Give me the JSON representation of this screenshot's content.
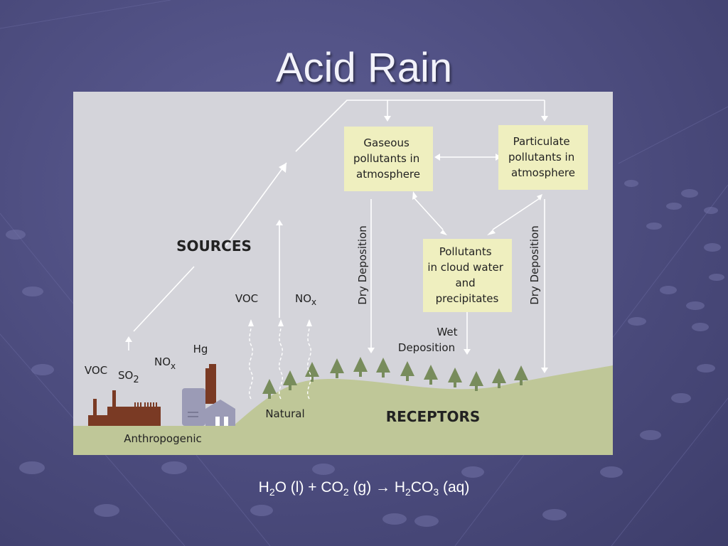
{
  "slide": {
    "title": "Acid Rain",
    "equation": {
      "left_prefix": "H",
      "left_sub": "2",
      "left_mid": "O (l) + CO",
      "left_sub2": "2",
      "left_suffix": " (g) → H",
      "right_sub": "2",
      "right_mid": "CO",
      "right_sub2": "3",
      "right_suffix": " (aq)"
    }
  },
  "diagram": {
    "boxes": {
      "gaseous": [
        "Gaseous",
        "pollutants in",
        "atmosphere"
      ],
      "particulate": [
        "Particulate",
        "pollutants in",
        "atmosphere"
      ],
      "cloud": [
        "Pollutants",
        "in cloud water",
        "and",
        "precipitates"
      ]
    },
    "labels": {
      "sources": "SOURCES",
      "receptors": "RECEPTORS",
      "natural": "Natural",
      "anthropogenic": "Anthropogenic",
      "dry_deposition_left": "Dry Deposition",
      "dry_deposition_right": "Dry Deposition",
      "wet_deposition_1": "Wet",
      "wet_deposition_2": "Deposition",
      "voc_natural": "VOC",
      "nox_natural_main": "NO",
      "nox_natural_sub": "x",
      "voc_anthro": "VOC",
      "so2_main": "SO",
      "so2_sub": "2",
      "nox_anthro_main": "NO",
      "nox_anthro_sub": "x",
      "hg": "Hg"
    },
    "colors": {
      "panel": "#d4d4da",
      "box_fill": "#efefbf",
      "ground": "#bfc798",
      "tree": "#788c5c",
      "factory": "#7a3a24",
      "building": "#9b9bb6",
      "arrow": "#ffffff"
    }
  }
}
